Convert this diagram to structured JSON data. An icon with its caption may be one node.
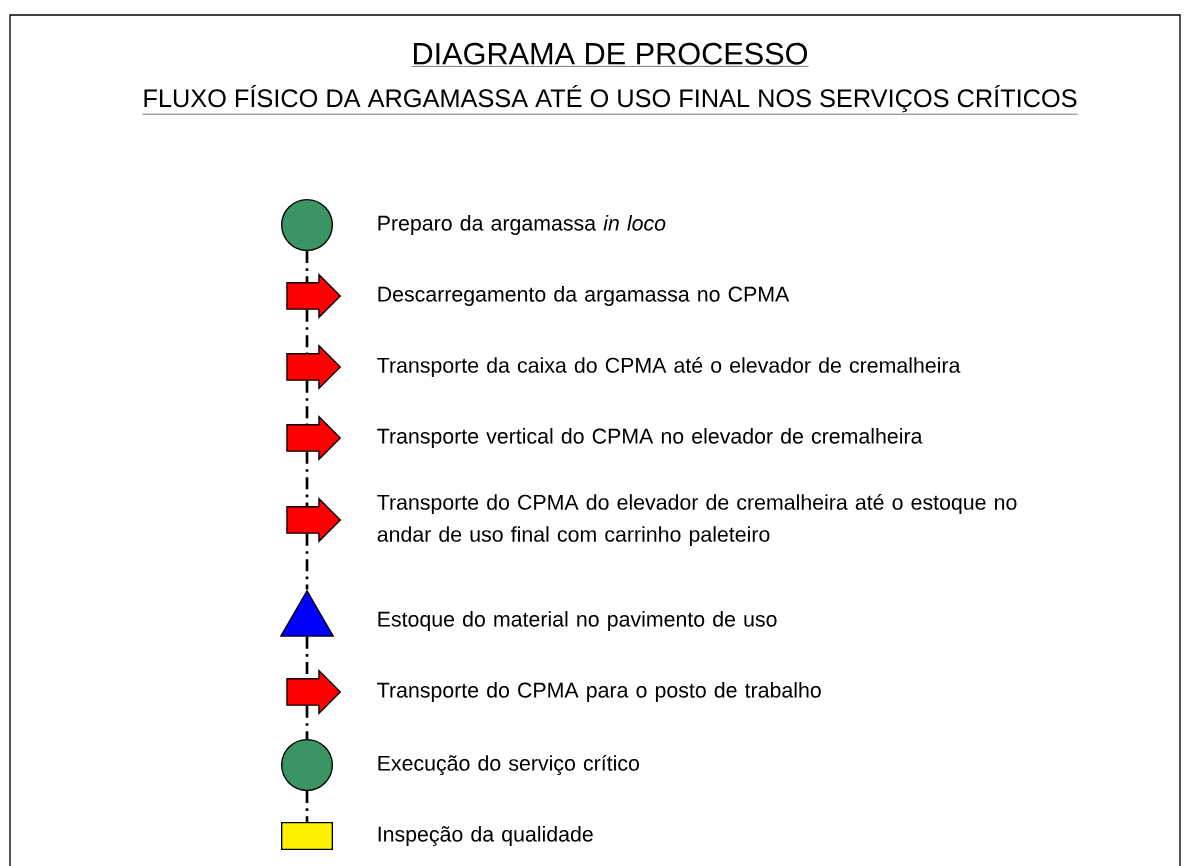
{
  "diagram": {
    "title": "DIAGRAMA DE PROCESSO",
    "nodes": [
      {
        "text": [],
        "shape": "circle",
        "beside": [
          "Preparo da argamassa *in loco*"
        ]
      },
      {
        "text": [],
        "shape": "arrow",
        "beside": [
          "Descarregamento da argamassa no CPMA"
        ]
      },
      {
        "text": [],
        "shape": "arrow",
        "beside": [
          "Transporte da caixa do CPMA até o elevador de cremalheira"
        ]
      },
      {
        "text": [],
        "shape": "arrow",
        "beside": [
          "Transporte vertical do CPMA no elevador de cremalheira"
        ]
      },
      {
        "text": [],
        "shape": "arrow",
        "beside": [
          "Transporte do CPMA do elevador de cremalheira até o estoque no andar de uso final com carrinho paleteiro"
        ]
      },
      {
        "text": [],
        "shape": "triangle",
        "beside": [
          "Estoque do material no pavimento de uso"
        ]
      },
      {
        "text": [],
        "shape": "arrow",
        "beside": [
          "Transporte do CPMA para o posto de trabalho"
        ]
      },
      {
        "text": [],
        "shape": "circle",
        "beside": [
          "Execução do serviço crítico"
        ]
      },
      {
        "text": [],
        "shape": "box",
        "beside": [
          "Inspeção da qualidade"
        ]
      }
    ],
    "edges": [
      {
        "from": 0,
        "to": 1,
        "arrow": "none",
        "style": "dashed"
      },
      {
        "from": 1,
        "to": 2,
        "arrow": "none",
        "style": "dashed"
      },
      {
        "from": 2,
        "to": 3,
        "arrow": "none",
        "style": "dashed"
      },
      {
        "from": 3,
        "to": 4,
        "arrow": "none",
        "style": "dashed"
      },
      {
        "from": 4,
        "to": 5,
        "arrow": "none",
        "style": "dashed"
      },
      {
        "from": 5,
        "to": 6,
        "arrow": "none",
        "style": "dashed"
      },
      {
        "from": 6,
        "to": 7,
        "arrow": "none",
        "style": "dashed"
      },
      {
        "from": 7,
        "to": 8,
        "arrow": "none",
        "style": "dashed"
      }
    ],
    "labels": [
      "FLUXO FÍSICO DA ARGAMASSA ATÉ O USO FINAL NOS SERVIÇOS CRÍTICOS"
    ]
  }
}
